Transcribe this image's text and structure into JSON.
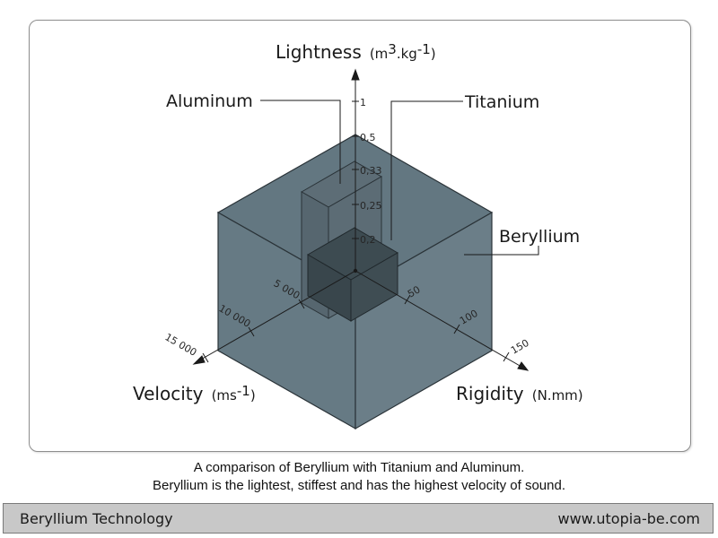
{
  "diagram": {
    "axes": {
      "lightness": {
        "title": "Lightness",
        "unit_prefix": "(m",
        "unit_sup1": "3",
        "unit_mid": ".kg",
        "unit_sup2": "-1",
        "unit_suffix": ")"
      },
      "velocity": {
        "title": "Velocity",
        "unit_prefix": "(ms",
        "unit_sup": "-1",
        "unit_suffix": ")"
      },
      "rigidity": {
        "title": "Rigidity",
        "unit": "(N.mm)"
      }
    },
    "ticks": {
      "lightness": [
        "1",
        "0,5",
        "0,33",
        "0,25",
        "0,2"
      ],
      "velocity": [
        "5 000",
        "10 000",
        "15 000"
      ],
      "rigidity": [
        "50",
        "100",
        "150"
      ]
    },
    "materials": {
      "aluminum": {
        "label": "Aluminum",
        "color": "#5f6f78"
      },
      "titanium": {
        "label": "Titanium",
        "color": "#3d4a50"
      },
      "beryllium": {
        "label": "Beryllium",
        "color": "#6b7d86"
      }
    }
  },
  "caption": {
    "line1": "A comparison of Beryllium with Titanium and Aluminum.",
    "line2": "Beryllium is the lightest, stiffest and has the highest velocity of sound."
  },
  "footer": {
    "left": "Beryllium Technology",
    "right": "www.utopia-be.com"
  }
}
